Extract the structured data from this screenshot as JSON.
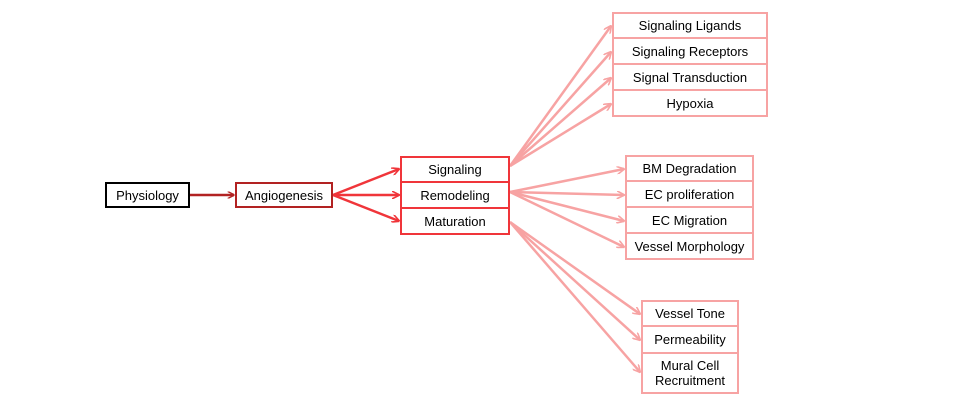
{
  "colors": {
    "root_border": "#000000",
    "level1_border": "#b22222",
    "level2_border": "#f0353a",
    "level3_border": "#f7a3a3",
    "arrow_root": "#b22222",
    "arrow_level1": "#f0353a",
    "arrow_level2": "#f7a3a3"
  },
  "nodes": {
    "physiology": "Physiology",
    "angiogenesis": "Angiogenesis",
    "signaling": "Signaling",
    "remodeling": "Remodeling",
    "maturation": "Maturation",
    "signaling_children": [
      "Signaling Ligands",
      "Signaling Receptors",
      "Signal Transduction",
      "Hypoxia"
    ],
    "remodeling_children": [
      "BM Degradation",
      "EC proliferation",
      "EC Migration",
      "Vessel Morphology"
    ],
    "maturation_children": [
      "Vessel Tone",
      "Permeability",
      "Mural Cell Recruitment"
    ]
  }
}
